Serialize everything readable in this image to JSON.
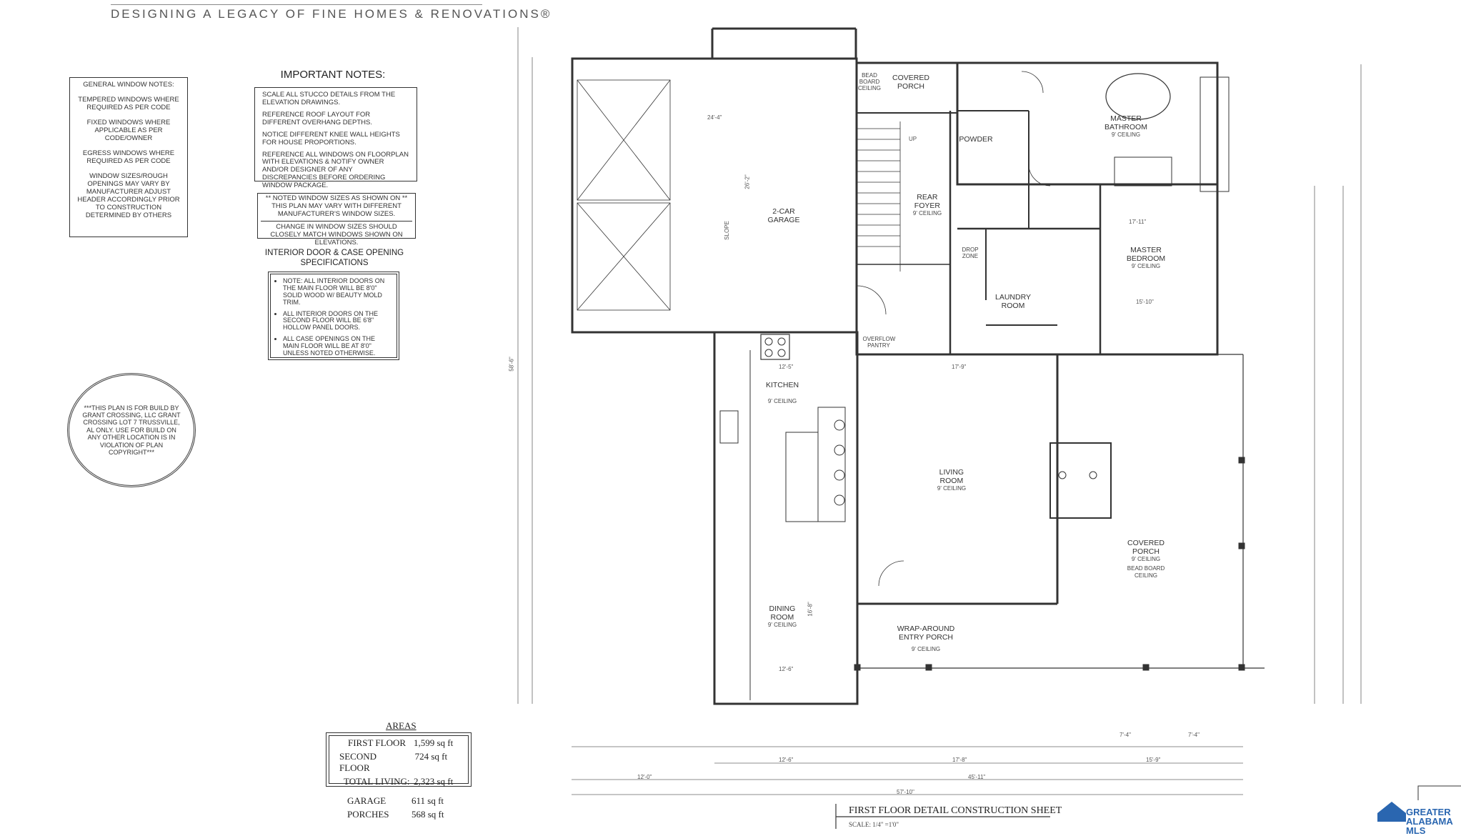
{
  "tagline": "DESIGNING A LEGACY OF FINE HOMES & RENOVATIONS®",
  "general_window_notes": {
    "title": "GENERAL WINDOW NOTES:",
    "items": [
      "TEMPERED WINDOWS WHERE REQUIRED AS PER CODE",
      "FIXED WINDOWS WHERE APPLICABLE AS PER CODE/OWNER",
      "EGRESS WINDOWS WHERE REQUIRED AS PER CODE",
      "WINDOW SIZES/ROUGH OPENINGS MAY VARY BY MANUFACTURER ADJUST HEADER ACCORDINGLY PRIOR TO CONSTRUCTION DETERMINED BY OTHERS"
    ]
  },
  "important_notes": {
    "title": "IMPORTANT NOTES:",
    "items": [
      "SCALE ALL STUCCO DETAILS FROM THE ELEVATION DRAWINGS.",
      "REFERENCE ROOF LAYOUT FOR DIFFERENT OVERHANG DEPTHS.",
      "NOTICE DIFFERENT KNEE WALL HEIGHTS FOR HOUSE PROPORTIONS.",
      "REFERENCE ALL WINDOWS ON FLOORPLAN WITH ELEVATIONS & NOTIFY OWNER AND/OR DESIGNER OF ANY DISCREPANCIES BEFORE ORDERING WINDOW PACKAGE."
    ]
  },
  "window_size_note": {
    "line1": "** NOTED WINDOW SIZES AS SHOWN ON ** THIS PLAN MAY VARY WITH DIFFERENT MANUFACTURER'S WINDOW SIZES.",
    "line2": "CHANGE IN WINDOW SIZES SHOULD CLOSELY MATCH WINDOWS SHOWN ON ELEVATIONS."
  },
  "door_specs": {
    "title": "INTERIOR DOOR & CASE OPENING SPECIFICATIONS",
    "items": [
      "NOTE: ALL INTERIOR DOORS ON THE MAIN FLOOR WILL BE 8'0\" SOLID WOOD W/ BEAUTY MOLD TRIM.",
      "ALL INTERIOR DOORS ON THE SECOND FLOOR WILL BE 6'8\" HOLLOW PANEL DOORS.",
      "ALL CASE OPENINGS ON THE MAIN FLOOR WILL BE AT 8'0\" UNLESS NOTED OTHERWISE."
    ]
  },
  "stamp_text": "***THIS PLAN IS FOR BUILD BY GRANT CROSSING, LLC GRANT CROSSING LOT 7 TRUSSVILLE, AL ONLY. USE FOR BUILD ON ANY OTHER LOCATION IS IN VIOLATION OF PLAN COPYRIGHT***",
  "areas": {
    "title": "AREAS",
    "rows": [
      {
        "label": "FIRST FLOOR",
        "value": "1,599 sq ft"
      },
      {
        "label": "SECOND FLOOR",
        "value": "724 sq ft"
      },
      {
        "label": "TOTAL LIVING:",
        "value": "2,323 sq ft"
      }
    ],
    "extra": [
      {
        "label": "GARAGE",
        "value": "611 sq ft"
      },
      {
        "label": "PORCHES",
        "value": "568 sq ft"
      }
    ]
  },
  "sheet_title": "FIRST FLOOR DETAIL CONSTRUCTION SHEET",
  "sheet_scale": "SCALE: 1/4\" =1'0\"",
  "mls_logo": "GREATER ALABAMA MLS",
  "rooms": {
    "garage": {
      "name": "2-CAR GARAGE"
    },
    "covered_porch_top": {
      "name": "COVERED PORCH"
    },
    "bead_board": {
      "name": "BEAD BOARD CEILING"
    },
    "powder": {
      "name": "POWDER"
    },
    "rear_foyer": {
      "name": "REAR FOYER",
      "sub": "9' CEILING"
    },
    "master_bath": {
      "name": "MASTER BATHROOM",
      "sub": "9' CEILING"
    },
    "master_bed": {
      "name": "MASTER BEDROOM",
      "sub": "9' CEILING"
    },
    "drop_zone": {
      "name": "DROP ZONE"
    },
    "laundry": {
      "name": "LAUNDRY ROOM"
    },
    "overflow_pantry": {
      "name": "OVERFLOW PANTRY"
    },
    "kitchen": {
      "name": "KITCHEN",
      "sub": "9' CEILING"
    },
    "living": {
      "name": "LIVING ROOM",
      "sub": "9' CEILING"
    },
    "covered_porch_right": {
      "name": "COVERED PORCH",
      "sub": "9' CEILING",
      "sub2": "BEAD BOARD CEILING"
    },
    "dining": {
      "name": "DINING ROOM",
      "sub": "9' CEILING"
    },
    "wrap_porch": {
      "name": "WRAP-AROUND ENTRY PORCH",
      "sub": "9' CEILING"
    }
  },
  "labels": {
    "slope": "SLOPE",
    "stairs_up": "UP",
    "dims": {
      "overall": "57'-10\"",
      "width_inner": "45'-11\"",
      "left_12": "12'-0\"",
      "d_12_6": "12'-6\"",
      "d_17_8": "17'-8\"",
      "d_15_9": "15'-9\"",
      "depth": "58'-6\"",
      "garage_w": "24'-4\"",
      "garage_d": "26'-2\"",
      "living_w": "17'-9\"",
      "master_w": "17'-11\"",
      "master_d": "15'-10\"",
      "dining_d": "16'-8\"",
      "kitchen_w": "12'-5\"",
      "dining_w": "12'-6\"",
      "porch_a": "7'-4\"",
      "porch_b": "7'-4\""
    }
  }
}
